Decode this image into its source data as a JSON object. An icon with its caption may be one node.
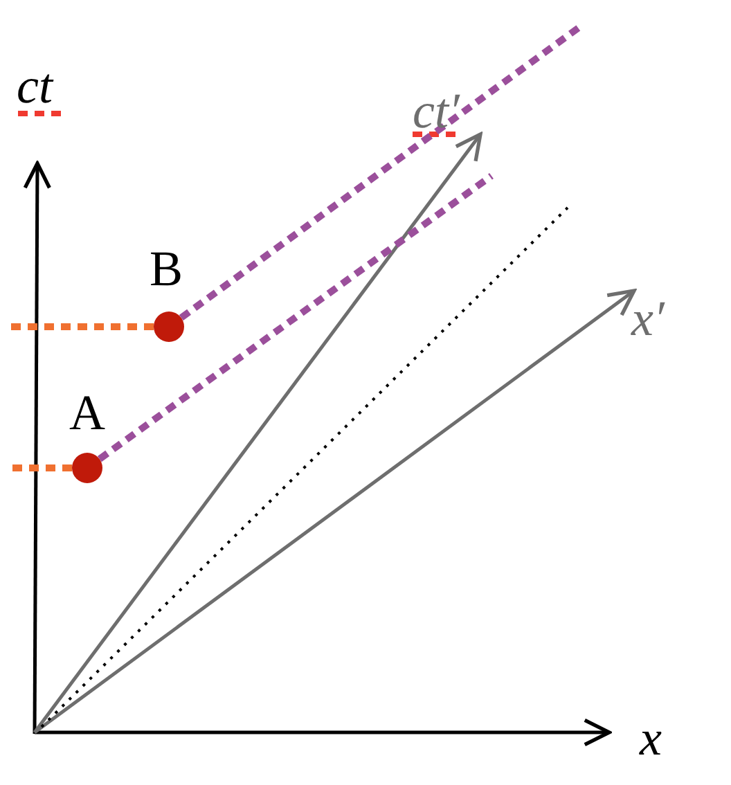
{
  "diagram": {
    "nodes": [
      {
        "text": [],
        "shape": "circle",
        "beside": [
          "A"
        ]
      },
      {
        "text": [],
        "shape": "circle",
        "beside": [
          "B"
        ]
      }
    ],
    "edges": [
      {
        "from": 0,
        "to": null,
        "arrow": "none",
        "style": "dashed",
        "color": "#f07030"
      },
      {
        "from": 0,
        "to": null,
        "arrow": "none",
        "style": "dashed",
        "color": "#9b4f9b"
      },
      {
        "from": 1,
        "to": null,
        "arrow": "none",
        "style": "dashed",
        "color": "#f07030"
      },
      {
        "from": 1,
        "to": null,
        "arrow": "none",
        "style": "dashed",
        "color": "#9b4f9b"
      }
    ],
    "labels": [
      "ct",
      "ct′",
      "x′",
      "x"
    ]
  }
}
